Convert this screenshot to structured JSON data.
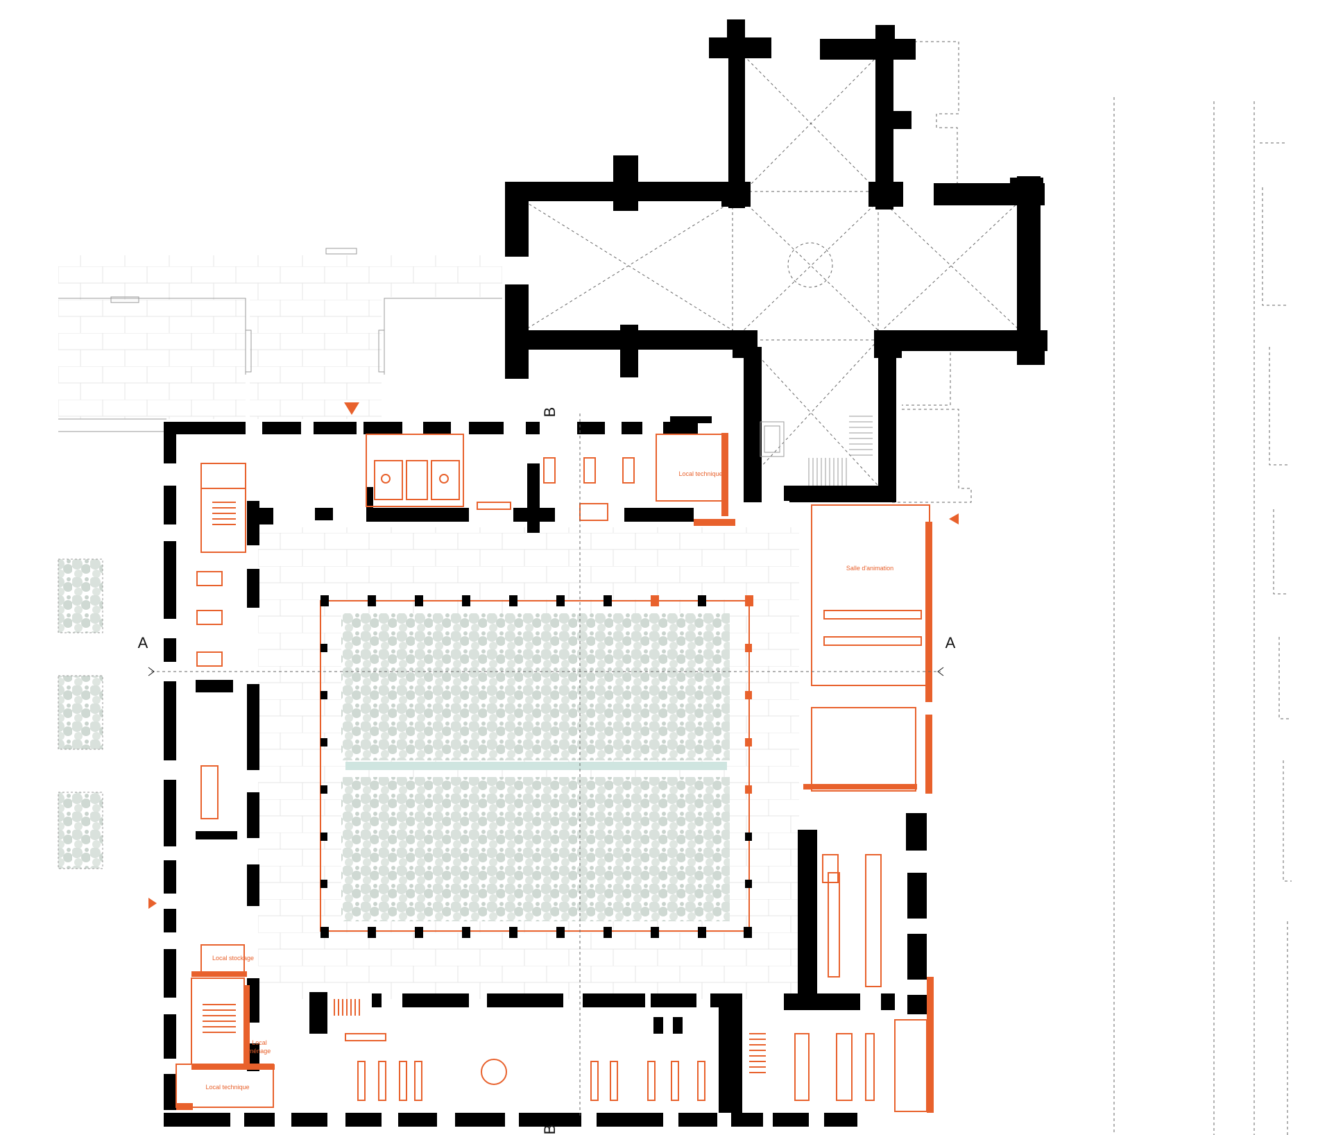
{
  "colors": {
    "wall": "#000000",
    "accent": "#e8612c",
    "garden": "#d3dcd6",
    "water": "#cfe5e0",
    "ink": "#111111"
  },
  "section_markers": {
    "a_left": "A",
    "a_right": "A",
    "b_top": "B",
    "b_bottom": "B"
  },
  "rooms": {
    "local_technique_north": "Local technique",
    "salle_animation": "Salle d'animation",
    "local_stockage": "Local stockage",
    "local_menage_line1": "Local",
    "local_menage_line2": "ménage",
    "local_technique_south": "Local technique"
  }
}
